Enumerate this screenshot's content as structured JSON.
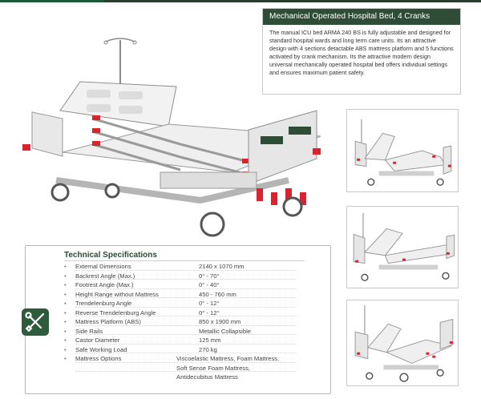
{
  "description": {
    "title": "Mechanical Operated Hospital Bed, 4 Cranks",
    "text": "The manual ICU bed ARMA 240 BS is fully adjustable and designed for standard hospital wards and long term care units. Its an attractive design with 4 sections detactable ABS mattress platform and 5 functions activated by crank mechanism. Its the attractive modern design universal mechanically operated hospital bed offers individual settings and ensures maximum patient safety."
  },
  "specs": {
    "title": "Technical Specifications",
    "rows": [
      {
        "bullet": "•",
        "label": "External Dimensions",
        "value": "2140 x 1070 mm"
      },
      {
        "bullet": "•",
        "label": "Backrest Angle (Max.)",
        "value": "0° - 70°"
      },
      {
        "bullet": "•",
        "label": "Footrest Angle (Max.)",
        "value": "0° - 40°"
      },
      {
        "bullet": "•",
        "label": "Height Range without Mattress",
        "value": "450 - 760 mm"
      },
      {
        "bullet": "•",
        "label": "Trendelenburg Angle",
        "value": "0° - 12°"
      },
      {
        "bullet": "•",
        "label": "Reverse Trendelenburg Angle",
        "value": "0° - 12°"
      },
      {
        "bullet": "•",
        "label": "Mattress Platform (ABS)",
        "value": "850 x 1900 mm"
      },
      {
        "bullet": "•",
        "label": "Side Rails",
        "value": "Metallic Collapsible"
      },
      {
        "bullet": "•",
        "label": "Castor Diameter",
        "value": "125 mm"
      },
      {
        "bullet": "•",
        "label": "Safe Working Load",
        "value": "270 kg"
      },
      {
        "bullet": "•",
        "label": "Mattress Options",
        "value": "Viscoelastic Mattress, Foam Mattress,"
      }
    ],
    "continuation": [
      "Soft Sense Foam Mattress,",
      "Antidecubitus Mattress"
    ]
  },
  "icons": {
    "tools": "wrench-screwdriver-icon"
  },
  "colors": {
    "brand_green": "#2f4d36",
    "accent_red": "#d9232e",
    "frame_white": "#eeeeee"
  }
}
